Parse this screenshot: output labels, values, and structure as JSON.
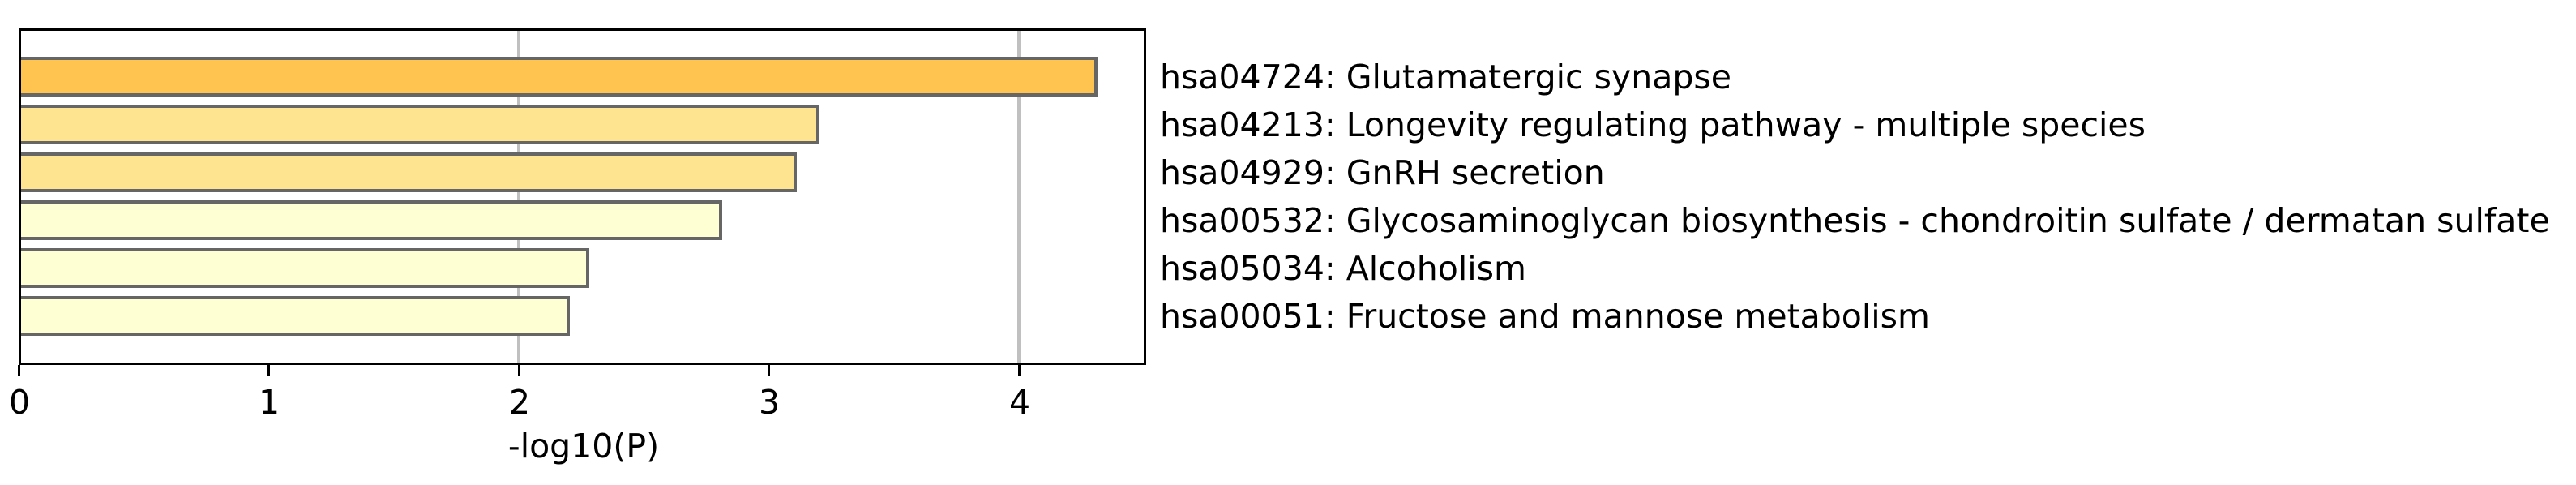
{
  "chart_data": {
    "type": "bar",
    "orientation": "horizontal",
    "title": "",
    "xlabel": "-log10(P)",
    "ylabel": "",
    "xlim": [
      0,
      4.51
    ],
    "xticks": [
      "0",
      "1",
      "2",
      "3",
      "4"
    ],
    "grid": {
      "x_major_at": [
        2,
        4
      ],
      "color": "#c0c0c0"
    },
    "legend": null,
    "categories": [
      "hsa04724: Glutamatergic synapse",
      "hsa04213: Longevity regulating pathway - multiple species",
      "hsa04929: GnRH secretion",
      "hsa00532: Glycosaminoglycan biosynthesis - chondroitin sulfate / dermatan sulfate",
      "hsa05034: Alcoholism",
      "hsa00051: Fructose and mannose metabolism"
    ],
    "values": [
      4.3,
      3.19,
      3.1,
      2.8,
      2.27,
      2.19
    ],
    "bar_colors": [
      "#fec44f",
      "#fee391",
      "#fee391",
      "#ffffd4",
      "#ffffd4",
      "#ffffd4"
    ],
    "bar_edge_color": "#666666"
  },
  "axis": {
    "xlabel": "-log10(P)",
    "ticks": [
      "0",
      "1",
      "2",
      "3",
      "4"
    ]
  },
  "labels": [
    "hsa04724: Glutamatergic synapse",
    "hsa04213: Longevity regulating pathway - multiple species",
    "hsa04929: GnRH secretion",
    "hsa00532: Glycosaminoglycan biosynthesis - chondroitin sulfate / dermatan sulfate",
    "hsa05034: Alcoholism",
    "hsa00051: Fructose and mannose metabolism"
  ]
}
